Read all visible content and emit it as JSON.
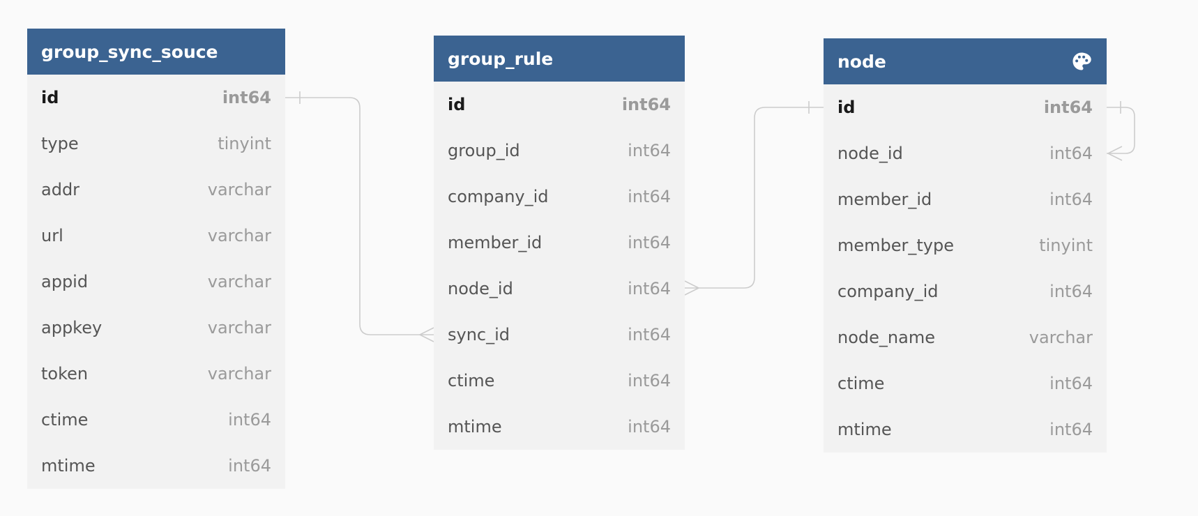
{
  "tables": [
    {
      "name": "group_sync_souce",
      "fields": [
        {
          "name": "id",
          "type": "int64",
          "pk": true
        },
        {
          "name": "type",
          "type": "tinyint"
        },
        {
          "name": "addr",
          "type": "varchar"
        },
        {
          "name": "url",
          "type": "varchar"
        },
        {
          "name": "appid",
          "type": "varchar"
        },
        {
          "name": "appkey",
          "type": "varchar"
        },
        {
          "name": "token",
          "type": "varchar"
        },
        {
          "name": "ctime",
          "type": "int64"
        },
        {
          "name": "mtime",
          "type": "int64"
        }
      ]
    },
    {
      "name": "group_rule",
      "fields": [
        {
          "name": "id",
          "type": "int64",
          "pk": true
        },
        {
          "name": "group_id",
          "type": "int64"
        },
        {
          "name": "company_id",
          "type": "int64"
        },
        {
          "name": "member_id",
          "type": "int64"
        },
        {
          "name": "node_id",
          "type": "int64"
        },
        {
          "name": "sync_id",
          "type": "int64"
        },
        {
          "name": "ctime",
          "type": "int64"
        },
        {
          "name": "mtime",
          "type": "int64"
        }
      ]
    },
    {
      "name": "node",
      "icon": "palette-icon",
      "fields": [
        {
          "name": "id",
          "type": "int64",
          "pk": true
        },
        {
          "name": "node_id",
          "type": "int64"
        },
        {
          "name": "member_id",
          "type": "int64"
        },
        {
          "name": "member_type",
          "type": "tinyint"
        },
        {
          "name": "company_id",
          "type": "int64"
        },
        {
          "name": "node_name",
          "type": "varchar"
        },
        {
          "name": "ctime",
          "type": "int64"
        },
        {
          "name": "mtime",
          "type": "int64"
        }
      ]
    }
  ],
  "relationships": [
    {
      "from": "group_sync_souce.id",
      "to": "group_rule.sync_id",
      "from_card": "one",
      "to_card": "many"
    },
    {
      "from": "node.id",
      "to": "group_rule.node_id",
      "from_card": "one",
      "to_card": "many"
    },
    {
      "from": "node.id",
      "to": "node.node_id",
      "from_card": "one",
      "to_card": "many"
    }
  ],
  "colors": {
    "header": "#3b6391",
    "body": "#f2f2f2",
    "background": "#fafafa",
    "connector": "#cccccc"
  }
}
